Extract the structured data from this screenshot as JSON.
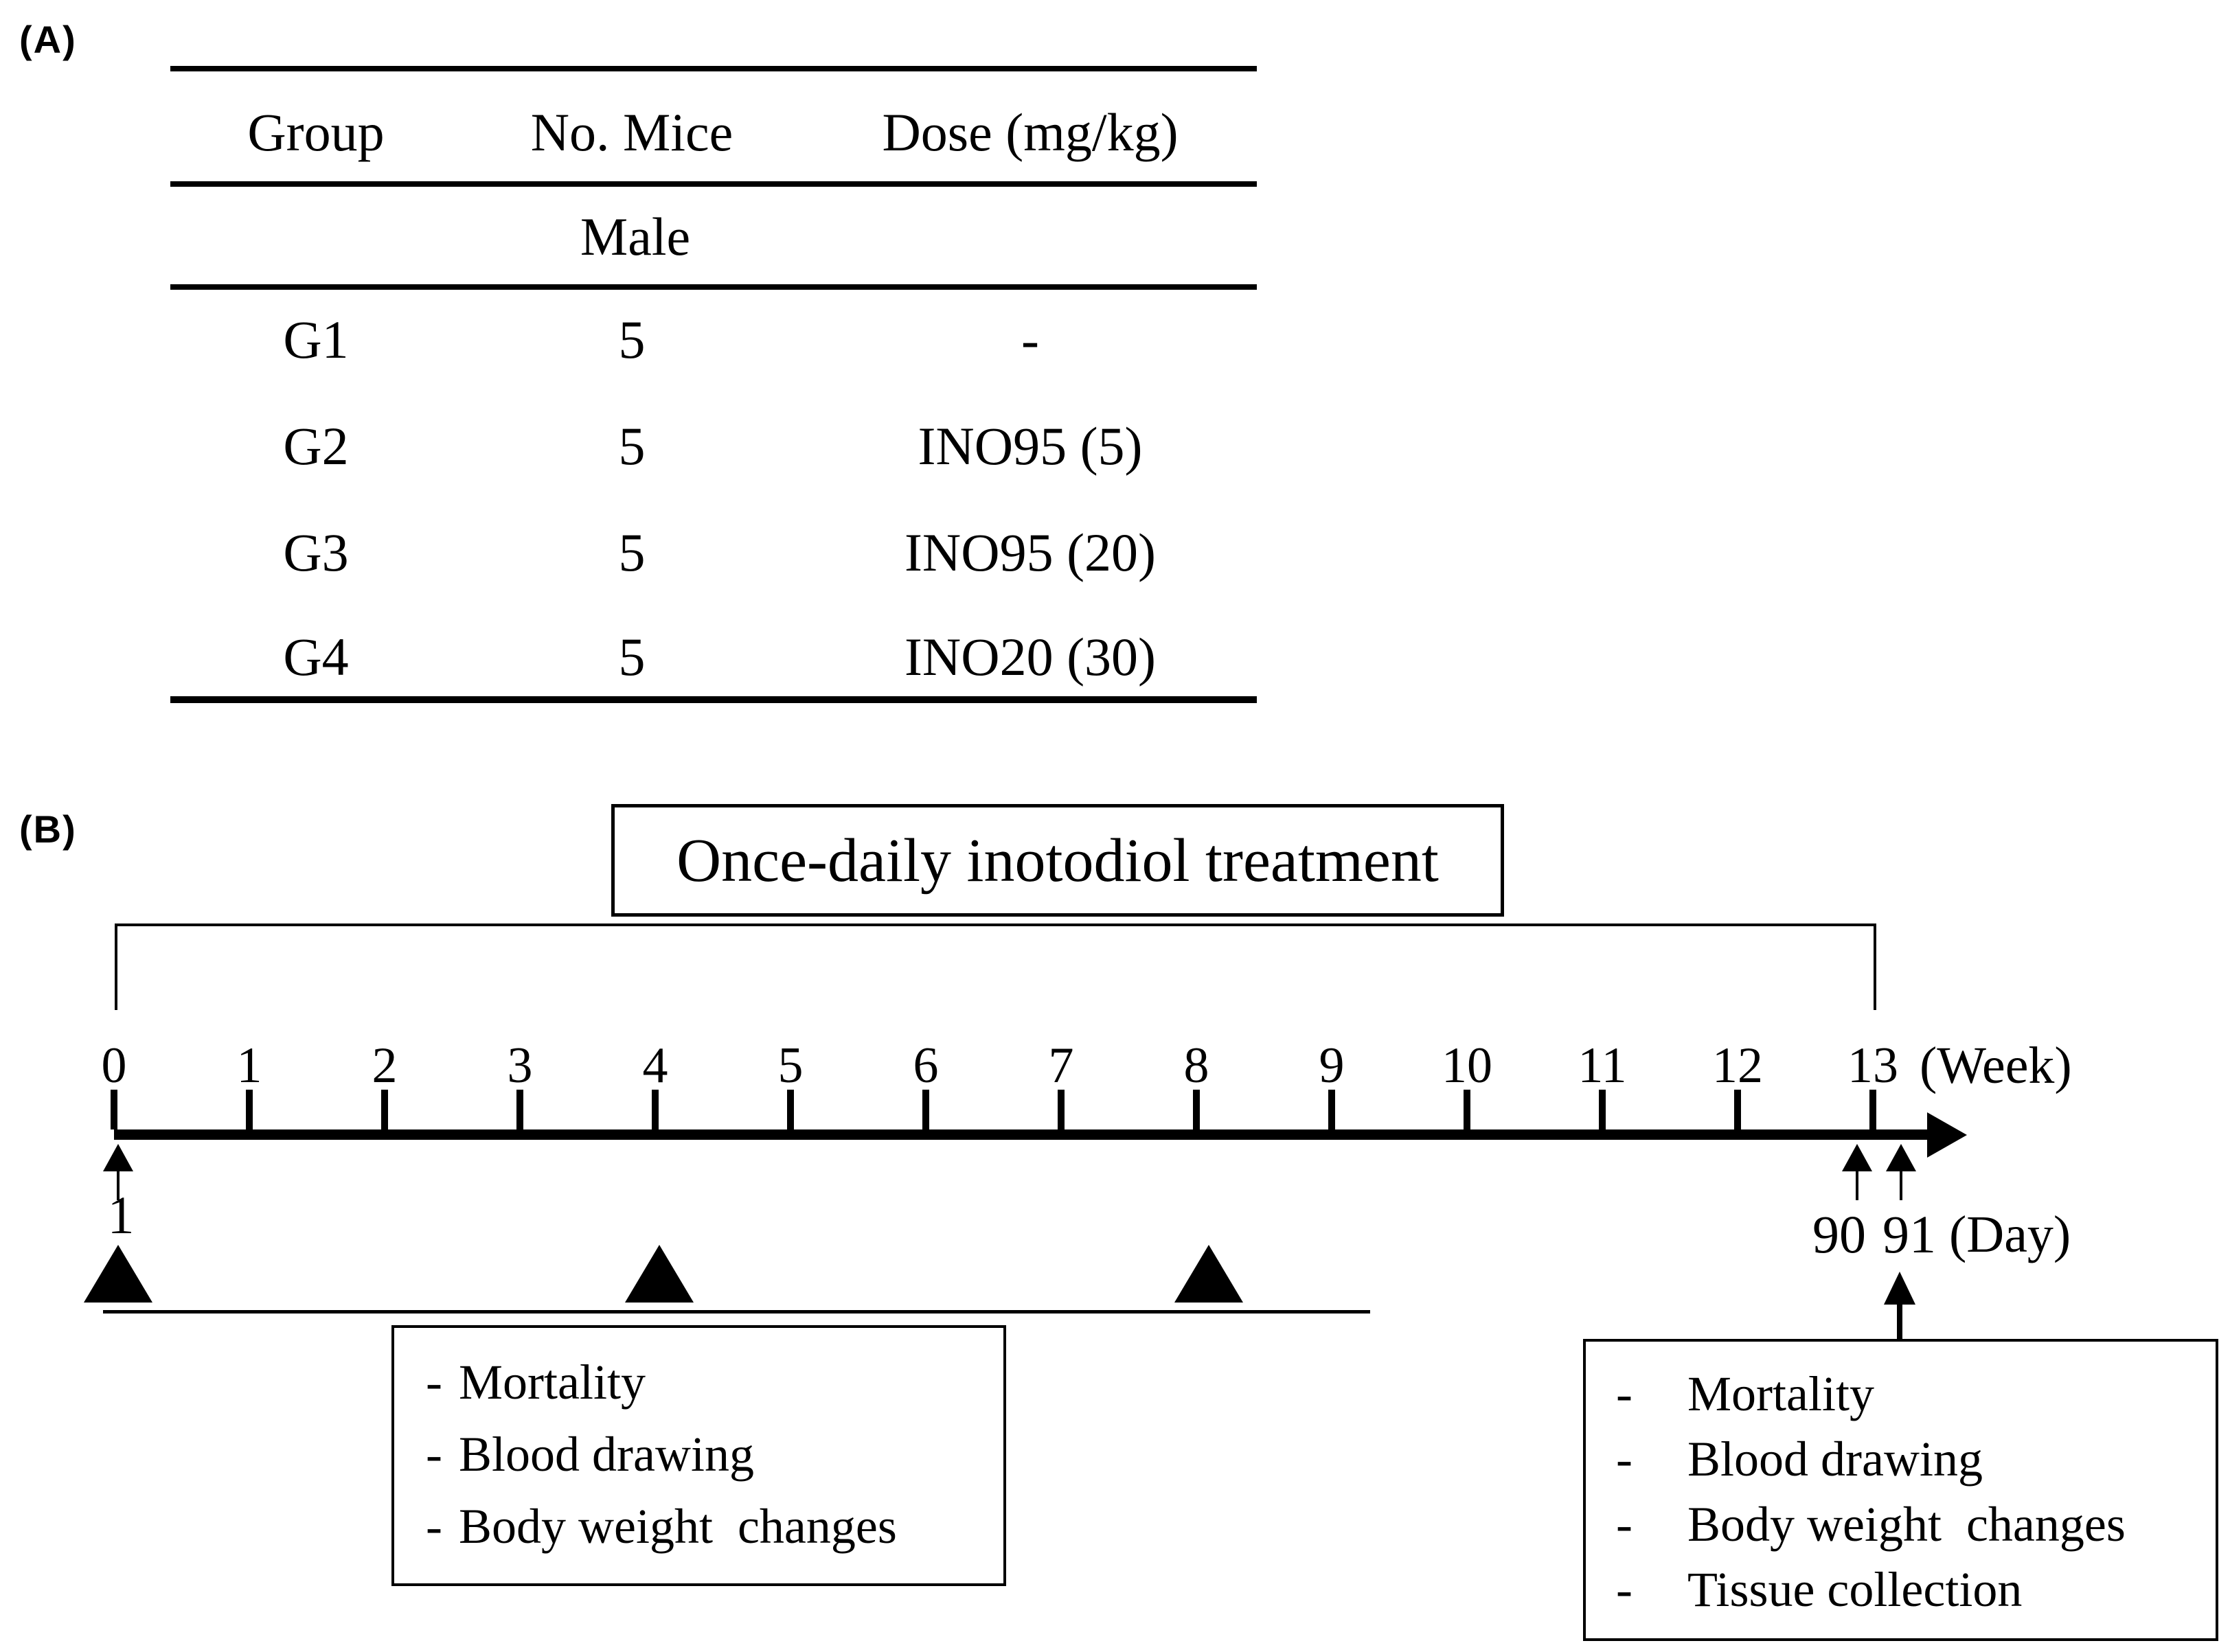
{
  "panel_a": {
    "label": "(A)",
    "table": {
      "headers": [
        "Group",
        "No. Mice",
        "Dose (mg/kg)"
      ],
      "sex_subheader": "Male",
      "rows": [
        {
          "group": "G1",
          "mice": "5",
          "dose": "-"
        },
        {
          "group": "G2",
          "mice": "5",
          "dose": "INO95 (5)"
        },
        {
          "group": "G3",
          "mice": "5",
          "dose": "INO95 (20)"
        },
        {
          "group": "G4",
          "mice": "5",
          "dose": "INO20 (30)"
        }
      ]
    }
  },
  "panel_b": {
    "label": "(B)",
    "treatment_box_title": "Once-daily inotodiol treatment",
    "timeline": {
      "weeks": [
        "0",
        "1",
        "2",
        "3",
        "4",
        "5",
        "6",
        "7",
        "8",
        "9",
        "10",
        "11",
        "12",
        "13"
      ],
      "week_unit": "(Week)",
      "day_first": "1",
      "day_90": "90",
      "day_91": "91",
      "day_unit": "(Day)"
    },
    "interim_box": {
      "bullet": "-",
      "items": [
        "Mortality",
        "Blood drawing",
        "Body weight  changes"
      ]
    },
    "terminal_box": {
      "bullet": "-",
      "items": [
        "Mortality",
        "Blood drawing",
        "Body weight  changes",
        "Tissue collection"
      ]
    }
  }
}
